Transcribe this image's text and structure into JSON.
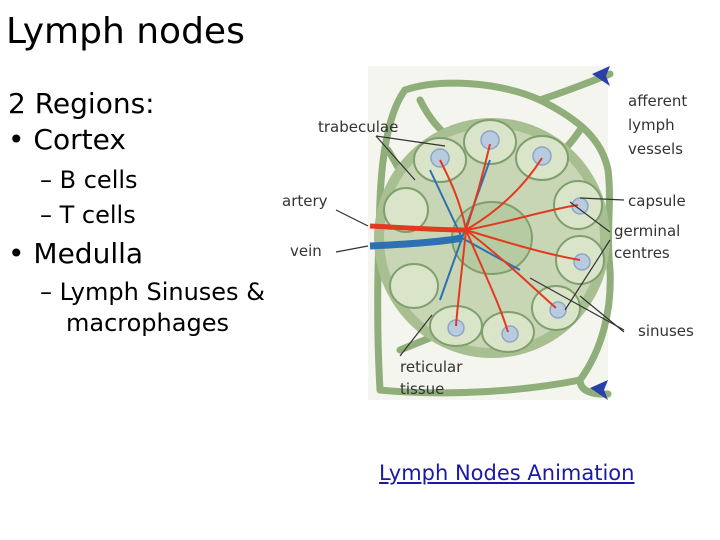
{
  "slide": {
    "title": "Lymph nodes",
    "regions_heading": "2 Regions:",
    "cortex": {
      "label": "Cortex",
      "items": [
        "B cells",
        "T cells"
      ]
    },
    "medulla": {
      "label": "Medulla",
      "item_line1": "Lymph Sinuses &",
      "item_line2": "macrophages"
    }
  },
  "diagram": {
    "labels": {
      "trabeculae": "trabeculae",
      "artery": "artery",
      "vein": "vein",
      "afferent_1": "afferent",
      "afferent_2": "lymph",
      "afferent_3": "vessels",
      "capsule": "capsule",
      "germinal_1": "germinal",
      "germinal_2": "centres",
      "sinuses": "sinuses",
      "reticular_1": "reticular",
      "reticular_2": "tissue"
    },
    "colors": {
      "vessel": "#8fae7a",
      "tissue": "#c8d6b5",
      "artery": "#e23a1f",
      "vein": "#2f6fb3",
      "arrow": "#2b3fa8"
    }
  },
  "link": {
    "text": "Lymph Nodes Animation"
  }
}
